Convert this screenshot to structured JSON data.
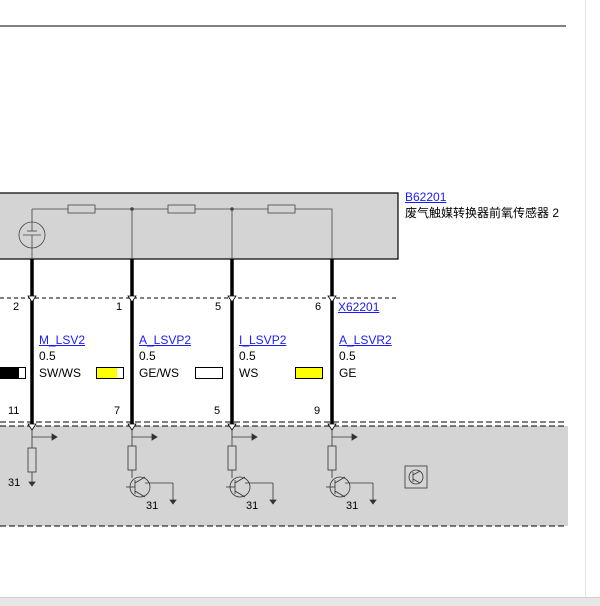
{
  "component": {
    "id": "B62201",
    "name": "废气触媒转换器前氧传感器 2"
  },
  "connector": {
    "id": "X62201"
  },
  "wires": [
    {
      "top_pin": "2",
      "bottom_pin": "11",
      "signal": "M_LSV2",
      "size": "0.5",
      "color_code": "SW/WS",
      "swatch": [
        "#ffff00",
        "#ffffff"
      ]
    },
    {
      "top_pin": "1",
      "bottom_pin": "7",
      "signal": "A_LSVP2",
      "size": "0.5",
      "color_code": "GE/WS",
      "swatch": [
        "#ffffff",
        "#ffffff"
      ]
    },
    {
      "top_pin": "5",
      "bottom_pin": "5",
      "signal": "I_LSVP2",
      "size": "0.5",
      "color_code": "WS",
      "swatch": [
        "#ffff00",
        "#ffff00"
      ]
    },
    {
      "top_pin": "6",
      "bottom_pin": "9",
      "signal": "A_LSVR2",
      "size": "0.5",
      "color_code": "GE",
      "swatch": [
        "#ffff00",
        "#ffff00"
      ]
    }
  ],
  "ground_label": "31",
  "colors": {
    "box_fill": "#d4d4d4",
    "link": "#1a1aff",
    "yellow": "#ffff00"
  }
}
